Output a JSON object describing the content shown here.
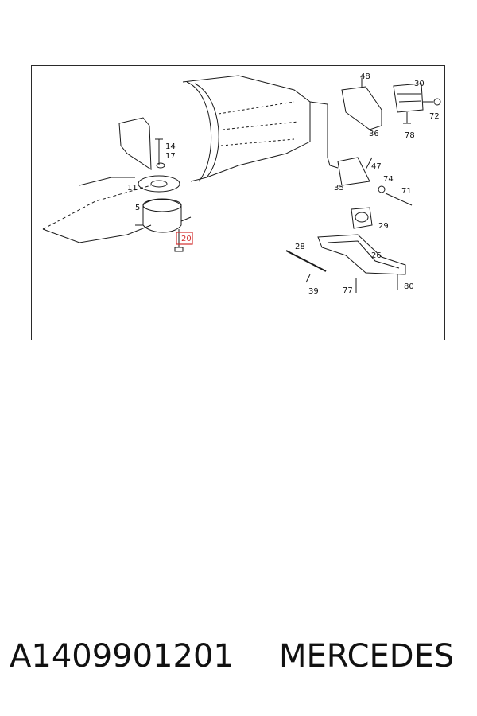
{
  "diagram": {
    "callouts": [
      "48",
      "30",
      "72",
      "36",
      "78",
      "14",
      "17",
      "47",
      "11",
      "35",
      "74",
      "71",
      "5",
      "29",
      "20",
      "28",
      "26",
      "39",
      "77",
      "80"
    ],
    "highlighted_callout": "20",
    "highlight_color": "#d32f2f"
  },
  "footer": {
    "part_number": "A1409901201",
    "brand": "MERCEDES"
  }
}
